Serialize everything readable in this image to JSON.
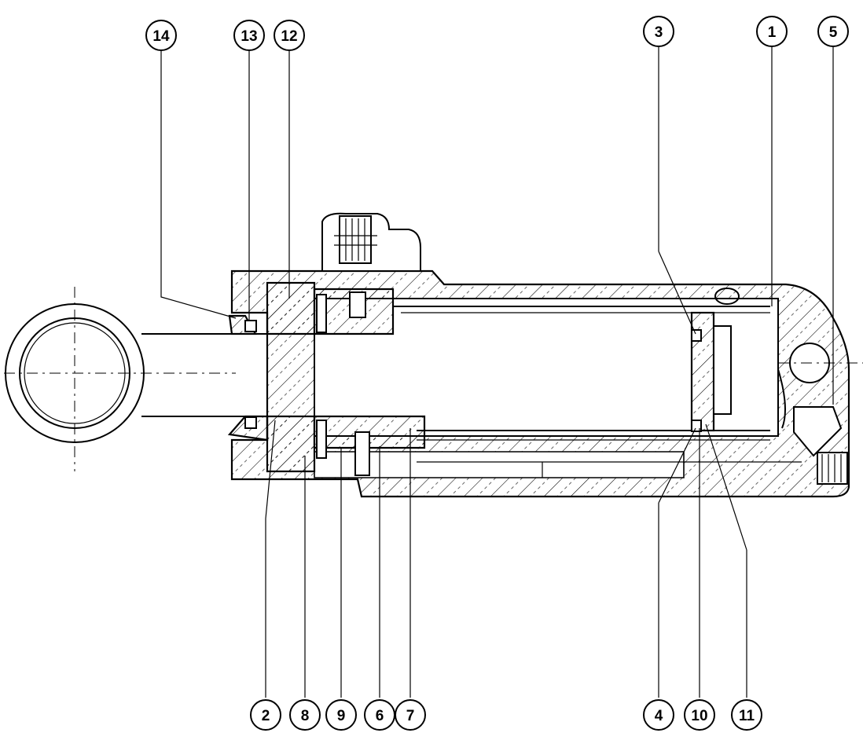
{
  "callouts": [
    {
      "id": "14",
      "label": "14"
    },
    {
      "id": "13",
      "label": "13"
    },
    {
      "id": "12",
      "label": "12"
    },
    {
      "id": "3",
      "label": "3"
    },
    {
      "id": "1",
      "label": "1"
    },
    {
      "id": "5",
      "label": "5"
    },
    {
      "id": "2",
      "label": "2"
    },
    {
      "id": "8",
      "label": "8"
    },
    {
      "id": "9",
      "label": "9"
    },
    {
      "id": "6",
      "label": "6"
    },
    {
      "id": "7",
      "label": "7"
    },
    {
      "id": "4",
      "label": "4"
    },
    {
      "id": "10",
      "label": "10"
    },
    {
      "id": "11",
      "label": "11"
    }
  ]
}
